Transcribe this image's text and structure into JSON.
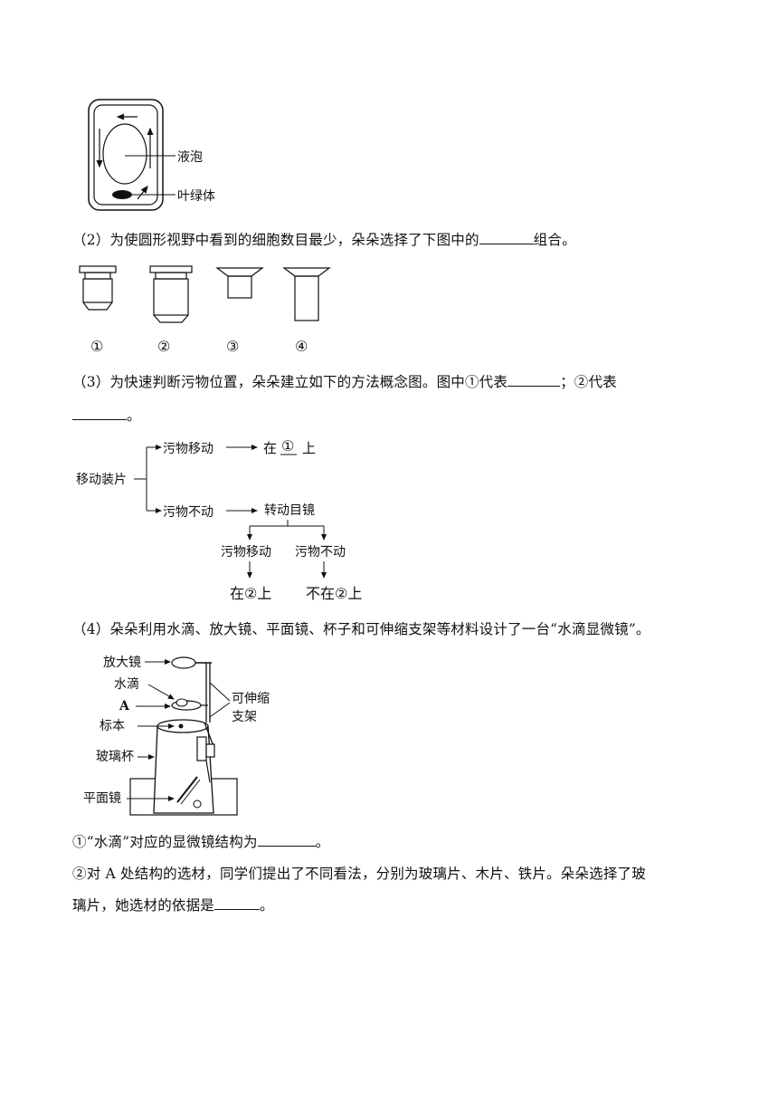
{
  "fig1": {
    "label_vacuole": "液泡",
    "label_chloroplast": "叶绿体"
  },
  "q2": {
    "text_before": "（2）为使圆形视野中看到的细胞数目最少，朵朵选择了下图中的",
    "text_after": "组合。",
    "lens_labels": [
      "①",
      "②",
      "③",
      "④"
    ]
  },
  "q3": {
    "text_line1": "（3）为快速判断污物位置，朵朵建立如下的方法概念图。图中①代表",
    "text_mid": "；②代表",
    "text_end": "。",
    "map": {
      "root": "移动装片",
      "branch1": "污物移动",
      "result1_prefix": "在",
      "result1_mark": "①",
      "result1_suffix": "上",
      "branch2": "污物不动",
      "action": "转动目镜",
      "sub1": "污物移动",
      "sub2": "污物不动",
      "sub1_result": "在②上",
      "sub2_result": "不在②上"
    }
  },
  "q4": {
    "text": "（4）朵朵利用水滴、放大镜、平面镜、杯子和可伸缩支架等材料设计了一台“水滴显微镜”。",
    "labels": {
      "magnifier": "放大镜",
      "water_drop": "水滴",
      "a": "A",
      "specimen": "标本",
      "glass_cup": "玻璃杯",
      "mirror": "平面镜",
      "bracket_line1": "可伸缩",
      "bracket_line2": "支架"
    },
    "sub1_before": "①“水滴”对应的显微镜结构为",
    "sub1_after": "。",
    "sub2_line1": "②对 A 处结构的选材，同学们提出了不同看法，分别为玻璃片、木片、铁片。朵朵选择了玻",
    "sub2_line2_before": "璃片，她选材的依据是",
    "sub2_line2_after": "。"
  }
}
